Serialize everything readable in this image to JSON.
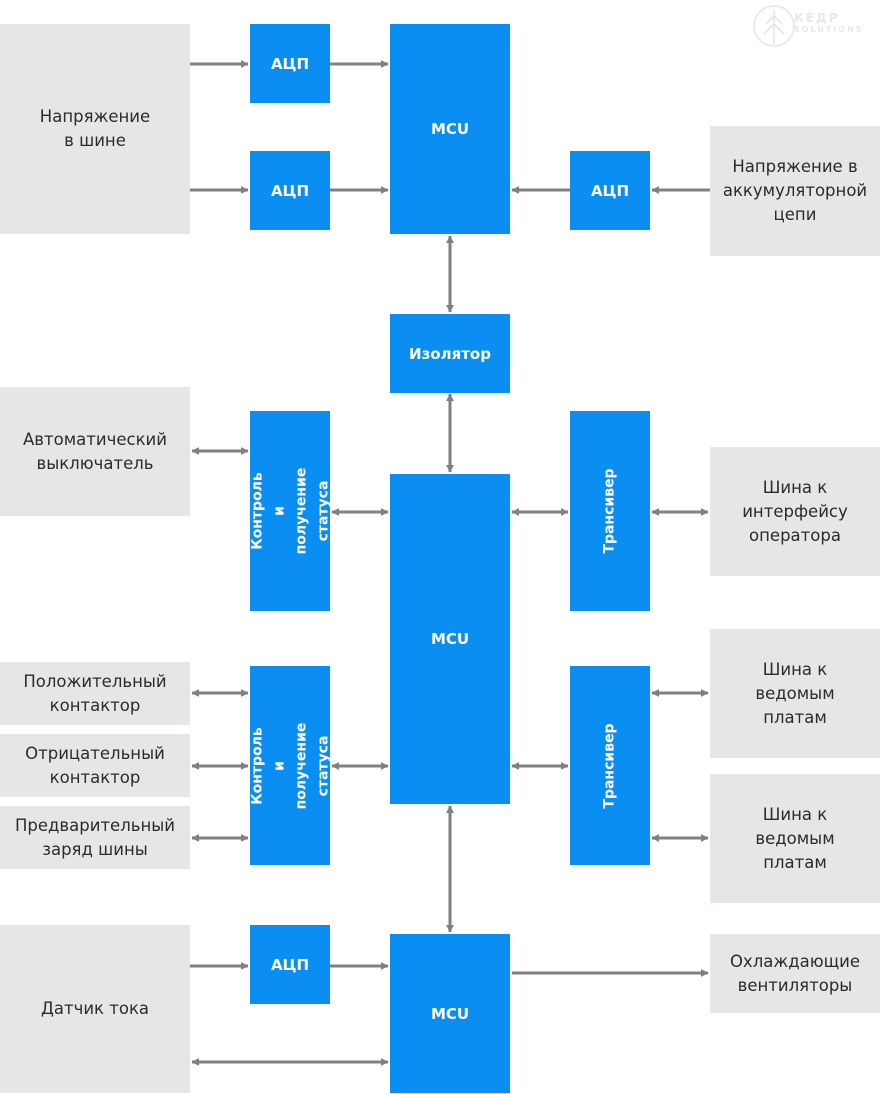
{
  "logo": {
    "name": "КЕДР",
    "sub": "SOLUTIONS"
  },
  "inputs": {
    "bus_voltage": "Напряжение\nв шине",
    "battery_voltage": "Напряжение в\nаккумуляторной\nцепи",
    "breaker": "Автоматический\nвыключатель",
    "operator_bus": "Шина к\nинтерфейсу\nоператора",
    "pos_contactor": "Положительный\nконтактор",
    "neg_contactor": "Отрицательный\nконтактор",
    "precharge": "Предварительный\nзаряд шины",
    "slave_bus_1": "Шина к\nведомым\nплатам",
    "slave_bus_2": "Шина к\nведомым\nплатам",
    "current_sensor": "Датчик тока",
    "fans": "Охлаждающие\nвентиляторы"
  },
  "blocks": {
    "adc_1": "АЦП",
    "adc_2": "АЦП",
    "adc_3": "АЦП",
    "adc_4": "АЦП",
    "mcu_top": "MCU",
    "isolator": "Изолятор",
    "mcu_mid": "MCU",
    "mcu_bottom": "MCU",
    "control_1": "Контроль и\nполучение статуса",
    "control_2": "Контроль и\nполучение статуса",
    "transceiver_1": "Трансивер",
    "transceiver_2": "Трансивер"
  },
  "colors": {
    "block": "#0b8ef2",
    "input": "#e5e6e8",
    "arrow": "#808080"
  }
}
